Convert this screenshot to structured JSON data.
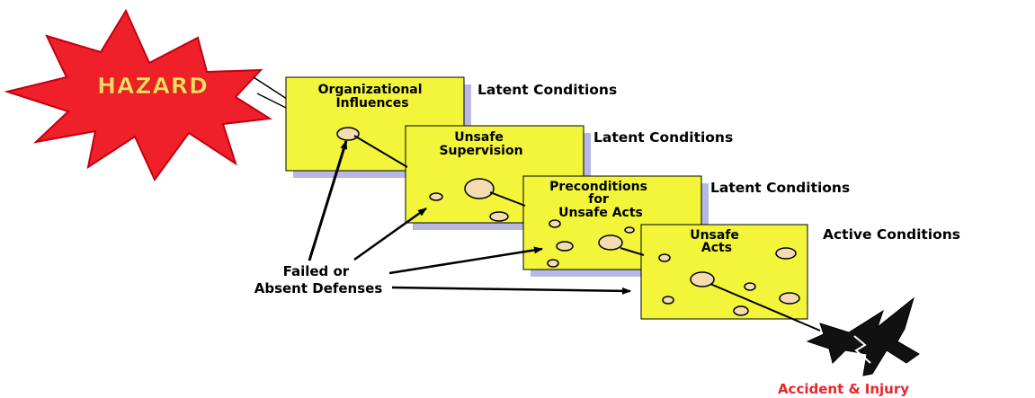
{
  "hazard": {
    "label": "HAZARD"
  },
  "slices": [
    {
      "title_lines": [
        "Organizational",
        "Influences"
      ],
      "condition": "Latent Conditions"
    },
    {
      "title_lines": [
        "Unsafe",
        "Supervision"
      ],
      "condition": "Latent Conditions"
    },
    {
      "title_lines": [
        "Preconditions",
        "for",
        "Unsafe Acts"
      ],
      "condition": "Latent Conditions"
    },
    {
      "title_lines": [
        "Unsafe",
        "Acts"
      ],
      "condition": "Active Conditions"
    }
  ],
  "defenses": {
    "lines": [
      "Failed or",
      "Absent Defenses"
    ]
  },
  "outcome": {
    "label": "Accident & Injury"
  },
  "colors": {
    "slice_fill": "#f2f53a",
    "slice_shadow": "#b7b8e6",
    "hazard_fill": "#f0202a",
    "hazard_text": "#ffd966",
    "hole_fill": "#f3dcb2",
    "outcome_text": "#e8262a"
  },
  "icons": [
    "explosion-star-icon",
    "crashing-jet-icon"
  ]
}
